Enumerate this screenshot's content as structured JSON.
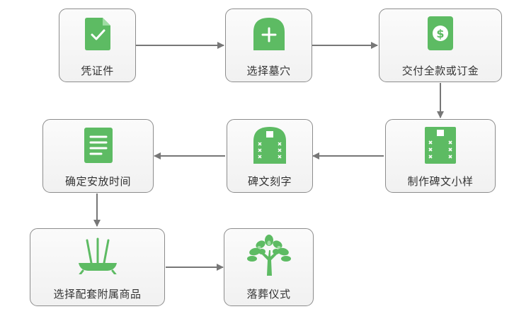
{
  "diagram": {
    "nodes": [
      {
        "id": "voucher",
        "label": "凭证件",
        "icon": "document-check-icon"
      },
      {
        "id": "select-grave",
        "label": "选择墓穴",
        "icon": "tombstone-plus-icon"
      },
      {
        "id": "payment",
        "label": "交付全款或订金",
        "icon": "money-card-icon"
      },
      {
        "id": "epitaph-sample",
        "label": "制作碑文小样",
        "icon": "stele-sample-icon"
      },
      {
        "id": "engraving",
        "label": "碑文刻字",
        "icon": "engraved-tombstone-icon"
      },
      {
        "id": "schedule",
        "label": "确定安放时间",
        "icon": "notes-document-icon"
      },
      {
        "id": "accessories",
        "label": "选择配套附属商品",
        "icon": "incense-burner-icon"
      },
      {
        "id": "ceremony",
        "label": "落葬仪式",
        "icon": "tree-icon"
      }
    ],
    "edges": [
      [
        "voucher",
        "select-grave"
      ],
      [
        "select-grave",
        "payment"
      ],
      [
        "payment",
        "epitaph-sample"
      ],
      [
        "epitaph-sample",
        "engraving"
      ],
      [
        "engraving",
        "schedule"
      ],
      [
        "schedule",
        "accessories"
      ],
      [
        "accessories",
        "ceremony"
      ]
    ],
    "colors": {
      "icon_green": "#5dbb63",
      "border": "#8c8c8c",
      "arrow": "#777777",
      "text": "#333333"
    }
  }
}
